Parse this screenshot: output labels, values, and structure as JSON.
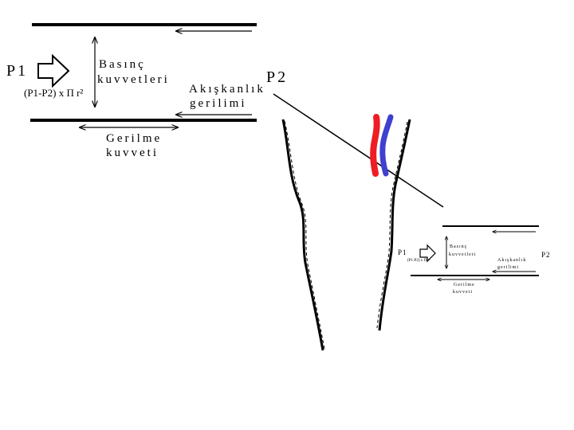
{
  "main_diagram": {
    "p1_label": "P1",
    "p2_label": "P2",
    "pressure_formula": "(P1-P2) x Π r²",
    "pressure_forces_line1": "Basınç",
    "pressure_forces_line2": "kuvvetleri",
    "viscous_stress_line1": "Akışkanlık",
    "viscous_stress_line2": "gerilimi",
    "tension_force_line1": "Gerilme",
    "tension_force_line2": "kuvveti"
  },
  "inset_diagram": {
    "p1_label": "P1",
    "p2_label": "P2",
    "pressure_formula": "(P1-P2) x Π r²",
    "pressure_forces_line1": "Basınç",
    "pressure_forces_line2": "kuvvetleri",
    "viscous_stress_line1": "Akışkanlık",
    "viscous_stress_line2": "gerilimi",
    "tension_force_line1": "Gerilme",
    "tension_force_line2": "kuvveti"
  },
  "colors": {
    "artery": "#ee1c24",
    "vein": "#3f3fd0",
    "ink": "#000000"
  }
}
